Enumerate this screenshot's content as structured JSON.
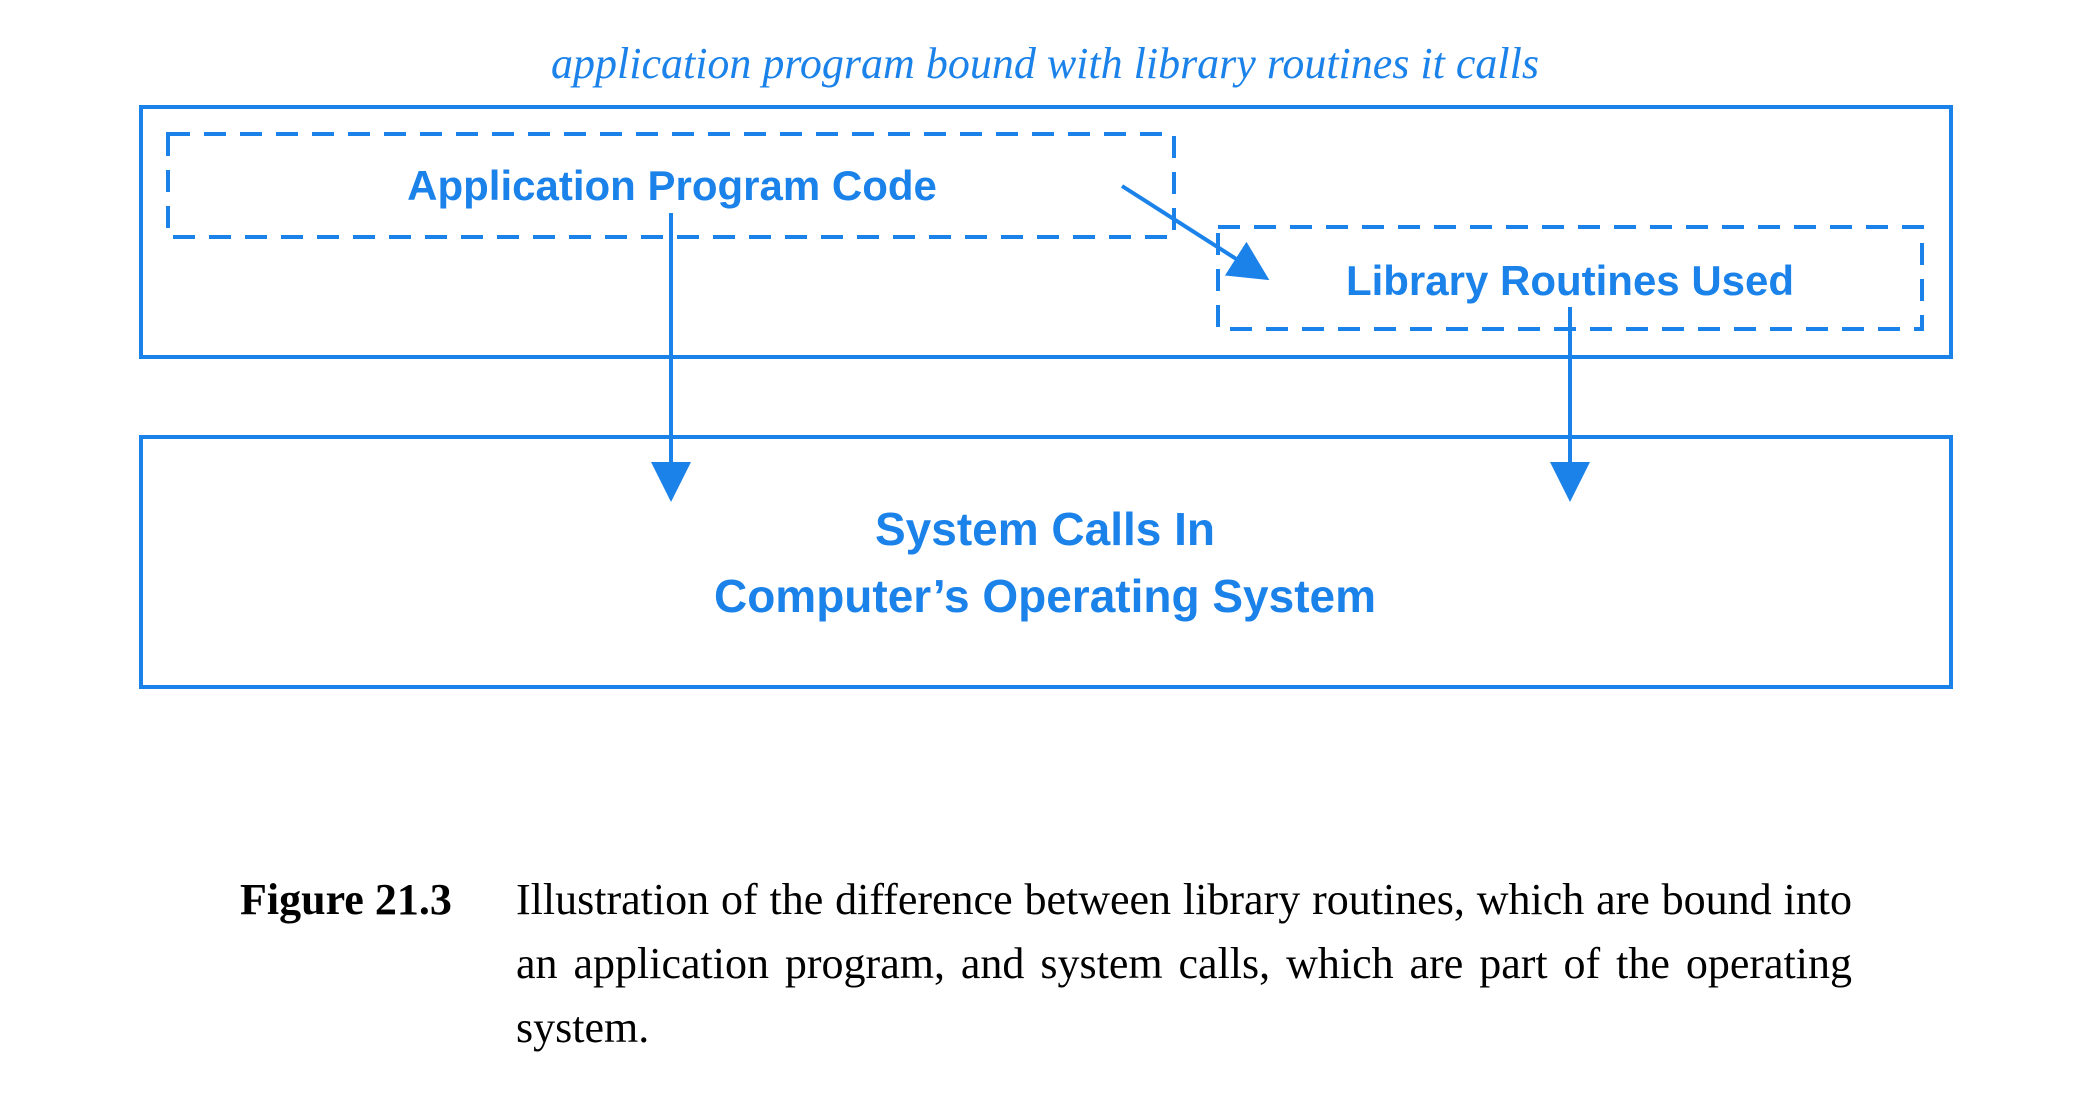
{
  "diagram": {
    "outer_label": "application program bound with library routines it calls",
    "app_code_label": "Application Program Code",
    "library_label": "Library Routines Used",
    "os_label_line1": "System Calls In",
    "os_label_line2": "Computer’s Operating System",
    "accent_color": "#1b82ea"
  },
  "caption": {
    "label": "Figure 21.3",
    "text": "Illustration of the difference between library routines, which are bound into an application program, and system calls, which are part of the operating system."
  }
}
